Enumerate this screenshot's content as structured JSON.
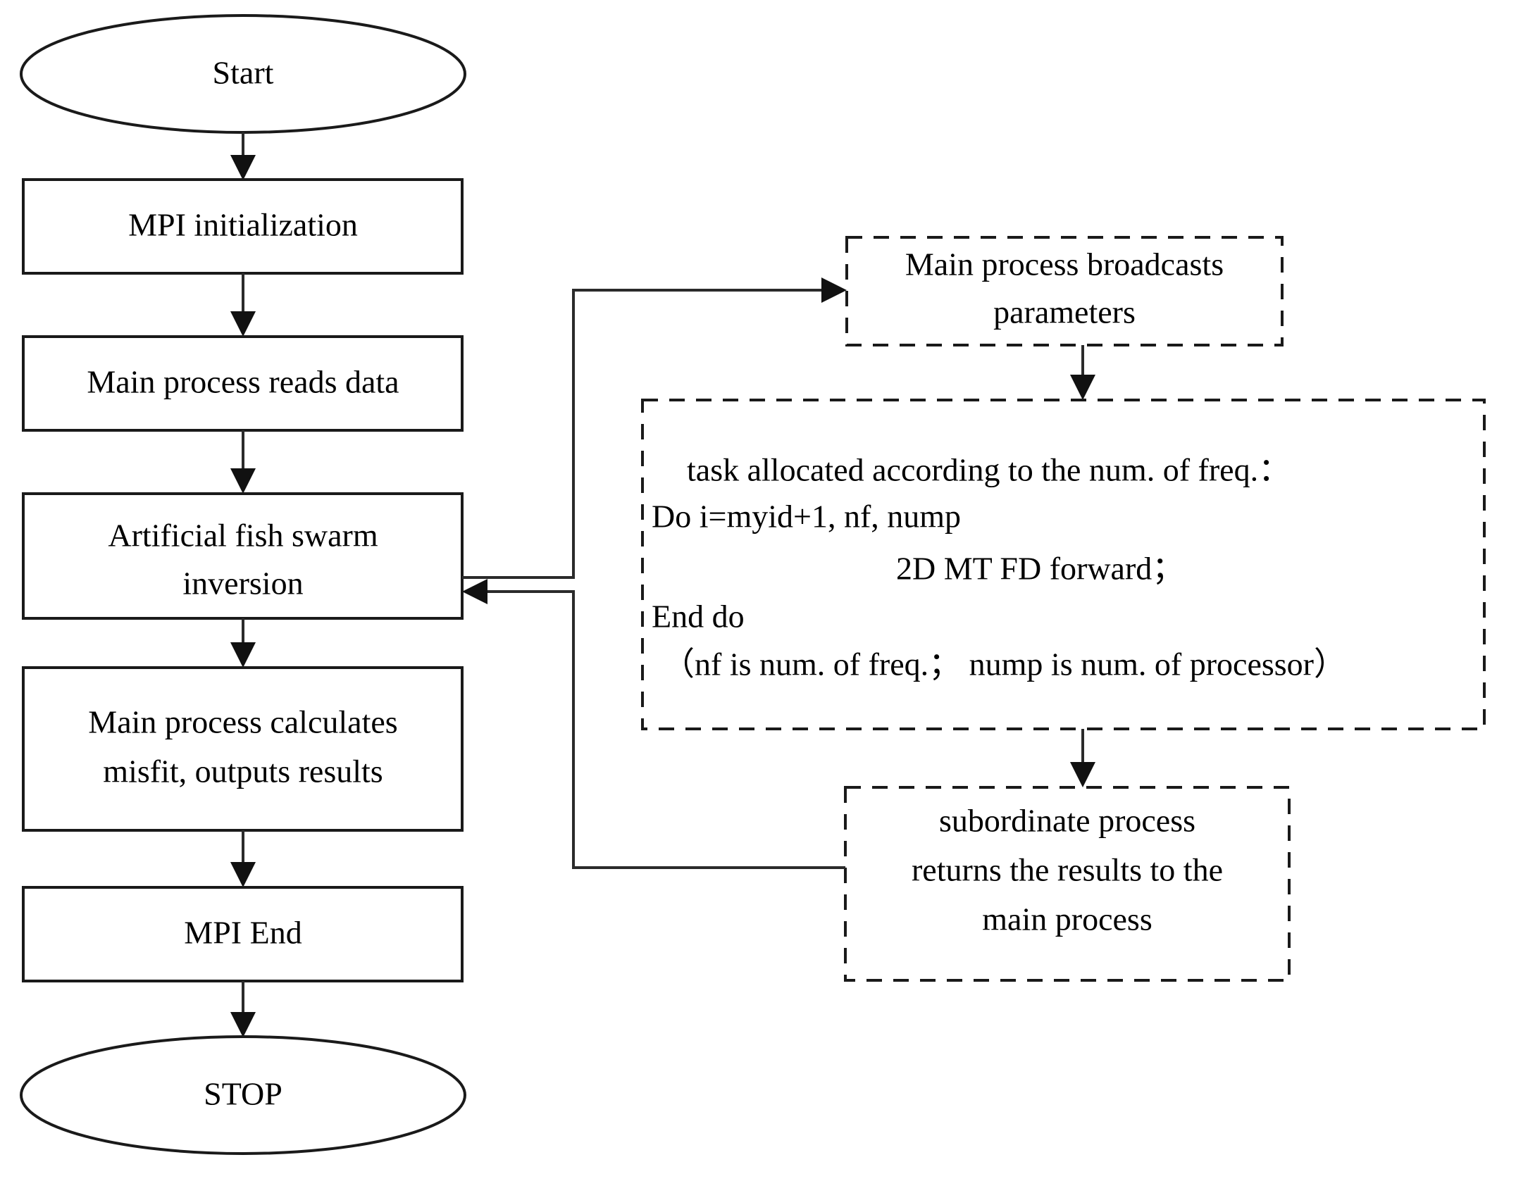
{
  "diagram": {
    "title": "MPI parallel artificial fish swarm inversion flowchart",
    "colors": {
      "stroke": "#1a1a1a",
      "connector": "#2b2b2b",
      "fill": "#ffffff",
      "text": "#000000"
    },
    "nodes": {
      "start": {
        "label": "Start",
        "shape": "ellipse",
        "style": "solid"
      },
      "mpi_init": {
        "label": "MPI initialization",
        "shape": "rect",
        "style": "solid"
      },
      "read_data": {
        "label": "Main process reads data",
        "shape": "rect",
        "style": "solid"
      },
      "afsa_line1": {
        "label": "Artificial fish swarm",
        "shape": "rect",
        "style": "solid"
      },
      "afsa_line2": {
        "label": "inversion"
      },
      "misfit_line1": {
        "label": "Main process calculates",
        "shape": "rect",
        "style": "solid"
      },
      "misfit_line2": {
        "label": "misfit, outputs results"
      },
      "mpi_end": {
        "label": "MPI End",
        "shape": "rect",
        "style": "solid"
      },
      "stop": {
        "label": "STOP",
        "shape": "ellipse",
        "style": "solid"
      },
      "broadcast_line1": {
        "label": "Main process broadcasts",
        "shape": "rect",
        "style": "dashed"
      },
      "broadcast_line2": {
        "label": "parameters"
      },
      "task_line1": {
        "label": "task allocated according to the num. of freq.："
      },
      "task_line2": {
        "label": "Do i=myid+1, nf, nump"
      },
      "task_line3": {
        "label": "2D MT FD forward；"
      },
      "task_line4": {
        "label": "End do"
      },
      "task_line5": {
        "label": "（nf is num. of freq.；  nump is num. of processor）"
      },
      "subordinate_line1": {
        "label": "subordinate process",
        "shape": "rect",
        "style": "dashed"
      },
      "subordinate_line2": {
        "label": "returns the results to the"
      },
      "subordinate_line3": {
        "label": "main process"
      }
    },
    "edges": [
      {
        "from": "start",
        "to": "mpi_init",
        "kind": "arrow-down"
      },
      {
        "from": "mpi_init",
        "to": "read_data",
        "kind": "arrow-down"
      },
      {
        "from": "read_data",
        "to": "afsa",
        "kind": "arrow-down"
      },
      {
        "from": "afsa",
        "to": "misfit",
        "kind": "arrow-down"
      },
      {
        "from": "misfit",
        "to": "mpi_end",
        "kind": "arrow-down"
      },
      {
        "from": "mpi_end",
        "to": "stop",
        "kind": "arrow-down"
      },
      {
        "from": "afsa",
        "to": "broadcast",
        "kind": "elbow-right-up"
      },
      {
        "from": "broadcast",
        "to": "task_block",
        "kind": "arrow-down"
      },
      {
        "from": "task_block",
        "to": "subordinate",
        "kind": "arrow-down"
      },
      {
        "from": "subordinate",
        "to": "afsa",
        "kind": "elbow-left-up"
      }
    ]
  }
}
